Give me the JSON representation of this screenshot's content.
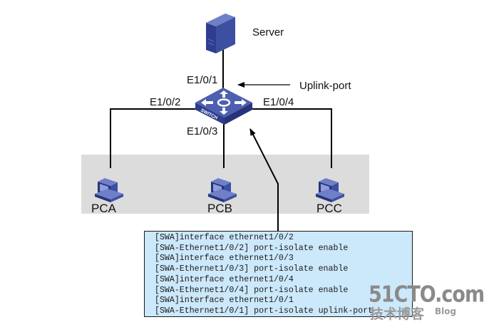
{
  "diagram": {
    "server": {
      "label": "Server"
    },
    "switch": {
      "badge": "SWITCH",
      "uplink_annotation": "Uplink-port"
    },
    "ports": {
      "uplink": "E1/0/1",
      "left": "E1/0/2",
      "bottom": "E1/0/3",
      "right": "E1/0/4"
    },
    "pcs": [
      {
        "label": "PCA"
      },
      {
        "label": "PCB"
      },
      {
        "label": "PCC"
      }
    ],
    "commands": [
      "[SWA]interface ethernet1/0/2",
      "[SWA-Ethernet1/0/2] port-isolate enable",
      "[SWA]interface ethernet1/0/3",
      "[SWA-Ethernet1/0/3] port-isolate enable",
      "[SWA]interface ethernet1/0/4",
      "[SWA-Ethernet1/0/4] port-isolate enable",
      "[SWA]interface ethernet1/0/1",
      "[SWA-Ethernet1/0/1] port-isolate uplink-port"
    ],
    "colors": {
      "device_blue": "#3d4fa0",
      "device_light": "#6f80c8",
      "device_dark": "#27337a",
      "band_gray": "#dcdcdc",
      "cmd_box_bg": "#cce8fb"
    }
  },
  "watermark": {
    "brand": "51CTO.com",
    "subtitle": "技术博客",
    "blog": "Blog"
  }
}
